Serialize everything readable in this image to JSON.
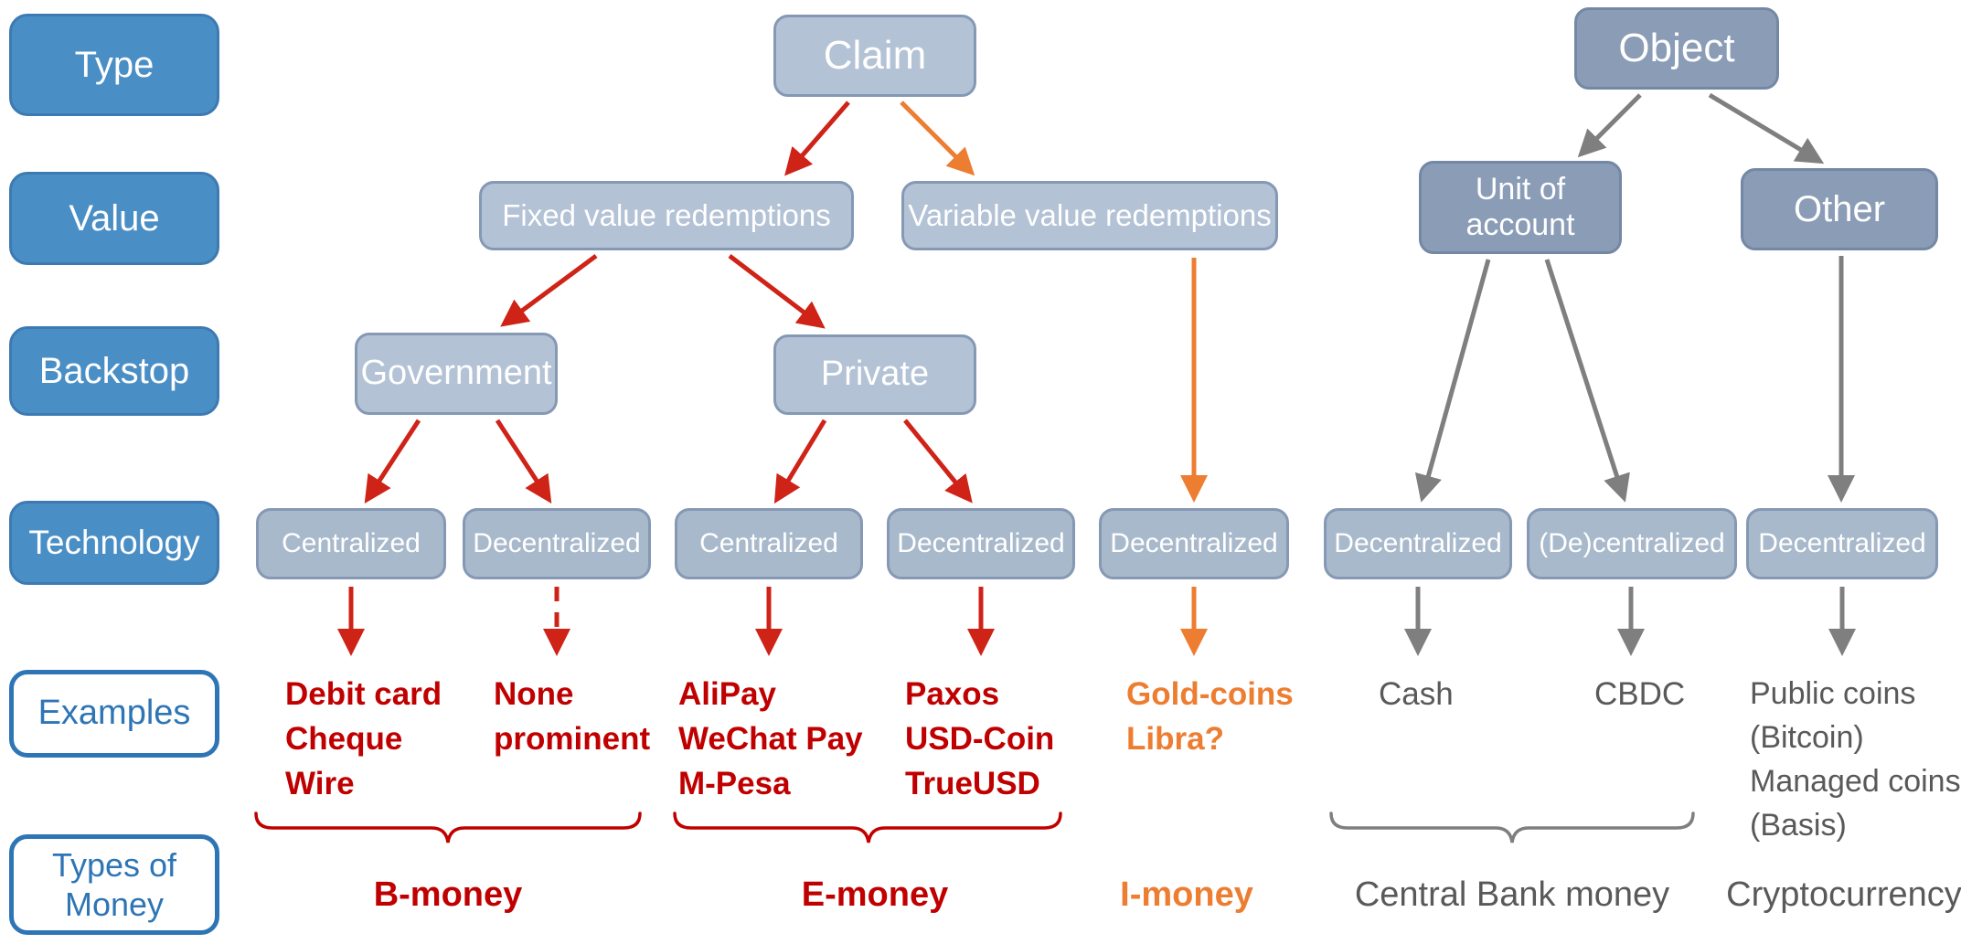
{
  "colors": {
    "row_label_blue": "#4A8EC6",
    "outline_blue": "#2E75B6",
    "node_light_fill": "#B3C2D5",
    "node_dark_fill": "#8A9CB6",
    "node_border": "#8598B4",
    "red_text": "#C00000",
    "red_arrow": "#CF2318",
    "orange": "#ED7D31",
    "gray_arrow": "#7F7F7F",
    "gray_text": "#595959"
  },
  "row_labels": {
    "type": "Type",
    "value": "Value",
    "backstop": "Backstop",
    "technology": "Technology",
    "examples": "Examples",
    "types_of_money": "Types of Money"
  },
  "nodes": {
    "claim": "Claim",
    "object": "Object",
    "fixed_value": "Fixed value redemptions",
    "variable_value": "Variable value redemptions",
    "unit_of_account": "Unit of account",
    "other": "Other",
    "government": "Government",
    "private": "Private",
    "tech_fixed_gov_centralized": "Centralized",
    "tech_fixed_gov_decentralized": "Decentralized",
    "tech_fixed_priv_centralized": "Centralized",
    "tech_fixed_priv_decentralized": "Decentralized",
    "tech_variable_decentralized": "Decentralized",
    "tech_unit_decentralized": "Decentralized",
    "tech_unit_de_centralized": "(De)centralized",
    "tech_other_decentralized": "Decentralized"
  },
  "examples": {
    "debit": [
      "Debit card",
      "Cheque",
      "Wire"
    ],
    "none": [
      "None",
      "prominent"
    ],
    "alipay": [
      "AliPay",
      "WeChat Pay",
      "M-Pesa"
    ],
    "paxos": [
      "Paxos",
      "USD-Coin",
      "TrueUSD"
    ],
    "gold": [
      "Gold-coins",
      "Libra?"
    ],
    "cash": [
      "Cash"
    ],
    "cbdc": [
      "CBDC"
    ],
    "public_coins": [
      "Public coins",
      "(Bitcoin)",
      "Managed coins",
      "(Basis)"
    ]
  },
  "money_types": {
    "b_money": "B-money",
    "e_money": "E-money",
    "i_money": "I-money",
    "central_bank": "Central Bank money",
    "cryptocurrency": "Cryptocurrency"
  }
}
